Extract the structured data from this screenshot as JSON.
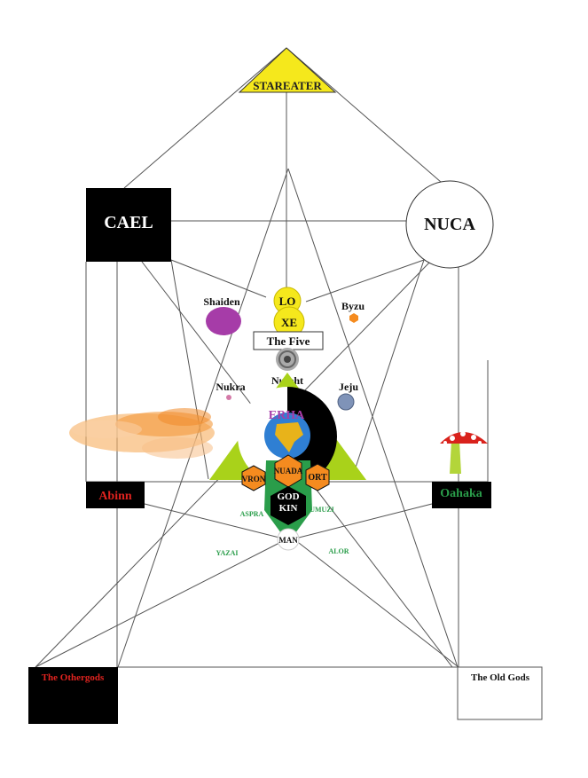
{
  "labels": {
    "stareater": "STAREATER",
    "cael": "CAEL",
    "nuca": "NUCA",
    "shaiden": "Shaiden",
    "lo": "LO",
    "xe": "XE",
    "byzu": "Byzu",
    "the_five": "The Five",
    "nuseht": "Nuseht",
    "nukra": "Nukra",
    "jeju": "Jeju",
    "erha": "ERHA",
    "nuada": "NUADA",
    "vron": "VRON",
    "ort": "ORT",
    "god": "GOD",
    "kin": "KIN",
    "abinn": "Abinn",
    "oahaka": "Oahaka",
    "aspra": "ASPRA",
    "umuzi": "UMUZI",
    "man": "MAN",
    "yazai": "YAZAI",
    "alor": "ALOR",
    "the_othergods": "The Othergods",
    "the_old_gods": "The Old Gods"
  },
  "colors": {
    "yellow": "#f5e81c",
    "purple": "#a63ca8",
    "orange": "#f58b1f",
    "lime": "#a9d21a",
    "green": "#2a9d4a",
    "red": "#e0231f",
    "black": "#000000",
    "grey": "#777777",
    "blue": "#5b86c4"
  }
}
